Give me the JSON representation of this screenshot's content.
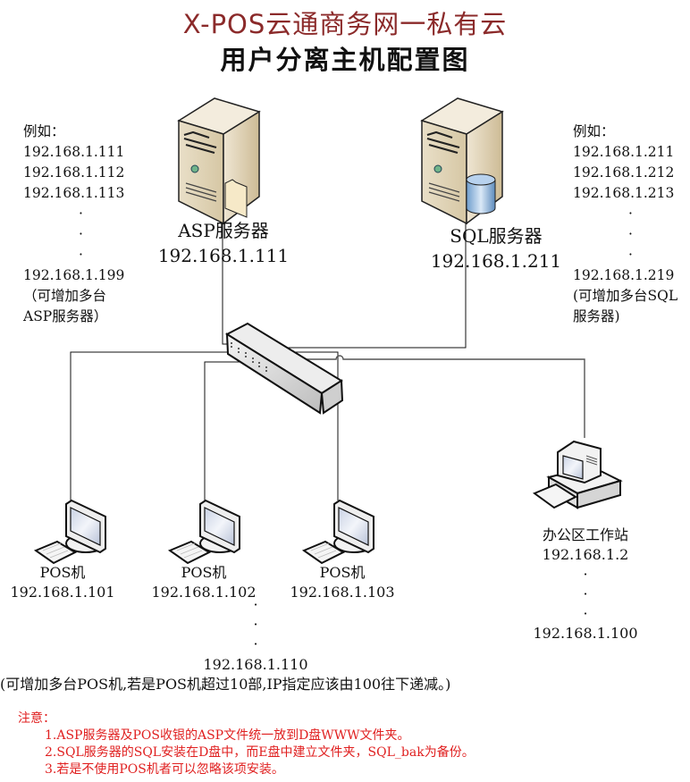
{
  "title": {
    "line1": "X-POS云通商务网一私有云",
    "line2": "用户分离主机配置图",
    "line1_color": "#8b2a2a"
  },
  "asp_list": {
    "heading": "例如：",
    "ips": [
      "192.168.1.111",
      "192.168.1.112",
      "192.168.1.113"
    ],
    "ellipsis": [
      "·",
      "·",
      "·"
    ],
    "last_ip": "192.168.1.199",
    "note_line1": "（可增加多台",
    "note_line2": "ASP服务器）"
  },
  "sql_list": {
    "heading": "例如：",
    "ips": [
      "192.168.1.211",
      "192.168.1.212",
      "192.168.1.213"
    ],
    "ellipsis": [
      "·",
      "·",
      "·"
    ],
    "last_ip": "192.168.1.219",
    "note_line1": "(可增加多台SQL",
    "note_line2": "服务器)"
  },
  "asp_server": {
    "name": "ASP服务器",
    "ip": "192.168.1.111",
    "icon": "server-with-folder-icon"
  },
  "sql_server": {
    "name": "SQL服务器",
    "ip": "192.168.1.211",
    "icon": "server-with-database-icon"
  },
  "switch": {
    "icon": "network-switch-icon"
  },
  "pos_terminals": [
    {
      "name": "POS机",
      "ip": "192.168.1.101"
    },
    {
      "name": "POS机",
      "ip": "192.168.1.102"
    },
    {
      "name": "POS机",
      "ip": "192.168.1.103"
    }
  ],
  "pos_range": {
    "ellipsis": [
      "·",
      "·",
      "·"
    ],
    "last_ip": "192.168.1.110",
    "note": "(可增加多台POS机,若是POS机超过10部,IP指定应该由100往下递减。)"
  },
  "workstation": {
    "name": "办公区工作站",
    "ip": "192.168.1.2",
    "ellipsis": [
      "·",
      "·",
      "·"
    ],
    "last_ip": "192.168.1.100"
  },
  "notes": {
    "heading": "注意：",
    "items": [
      "1.ASP服务器及POS收银的ASP文件统一放到D盘WWW文件夹。",
      "2.SQL服务器的SQL安装在D盘中，而E盘中建立文件夹，SQL_bak为备份。",
      "3.若是不使用POS机者可以忽略该项安装。"
    ],
    "color": "#e02020"
  }
}
